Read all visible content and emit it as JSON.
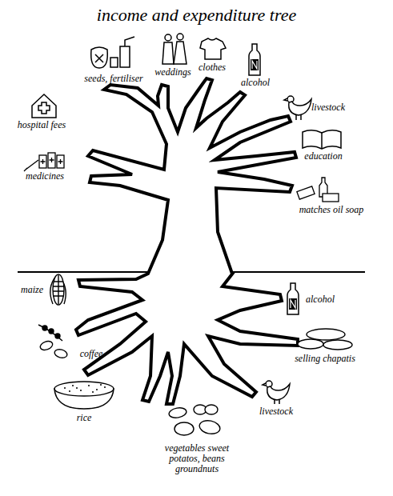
{
  "diagram": {
    "title": "income and expenditure tree",
    "labels": [
      "seeds, fertiliser",
      "weddings",
      "clothes",
      "alcohol",
      "hospital fees",
      "livestock",
      "education",
      "medicines",
      "matches oil soap",
      "maize",
      "alcohol",
      "coffee",
      "selling chapatis",
      "rice",
      "livestock",
      "vegetables sweet potatos, beans groundnuts"
    ]
  }
}
